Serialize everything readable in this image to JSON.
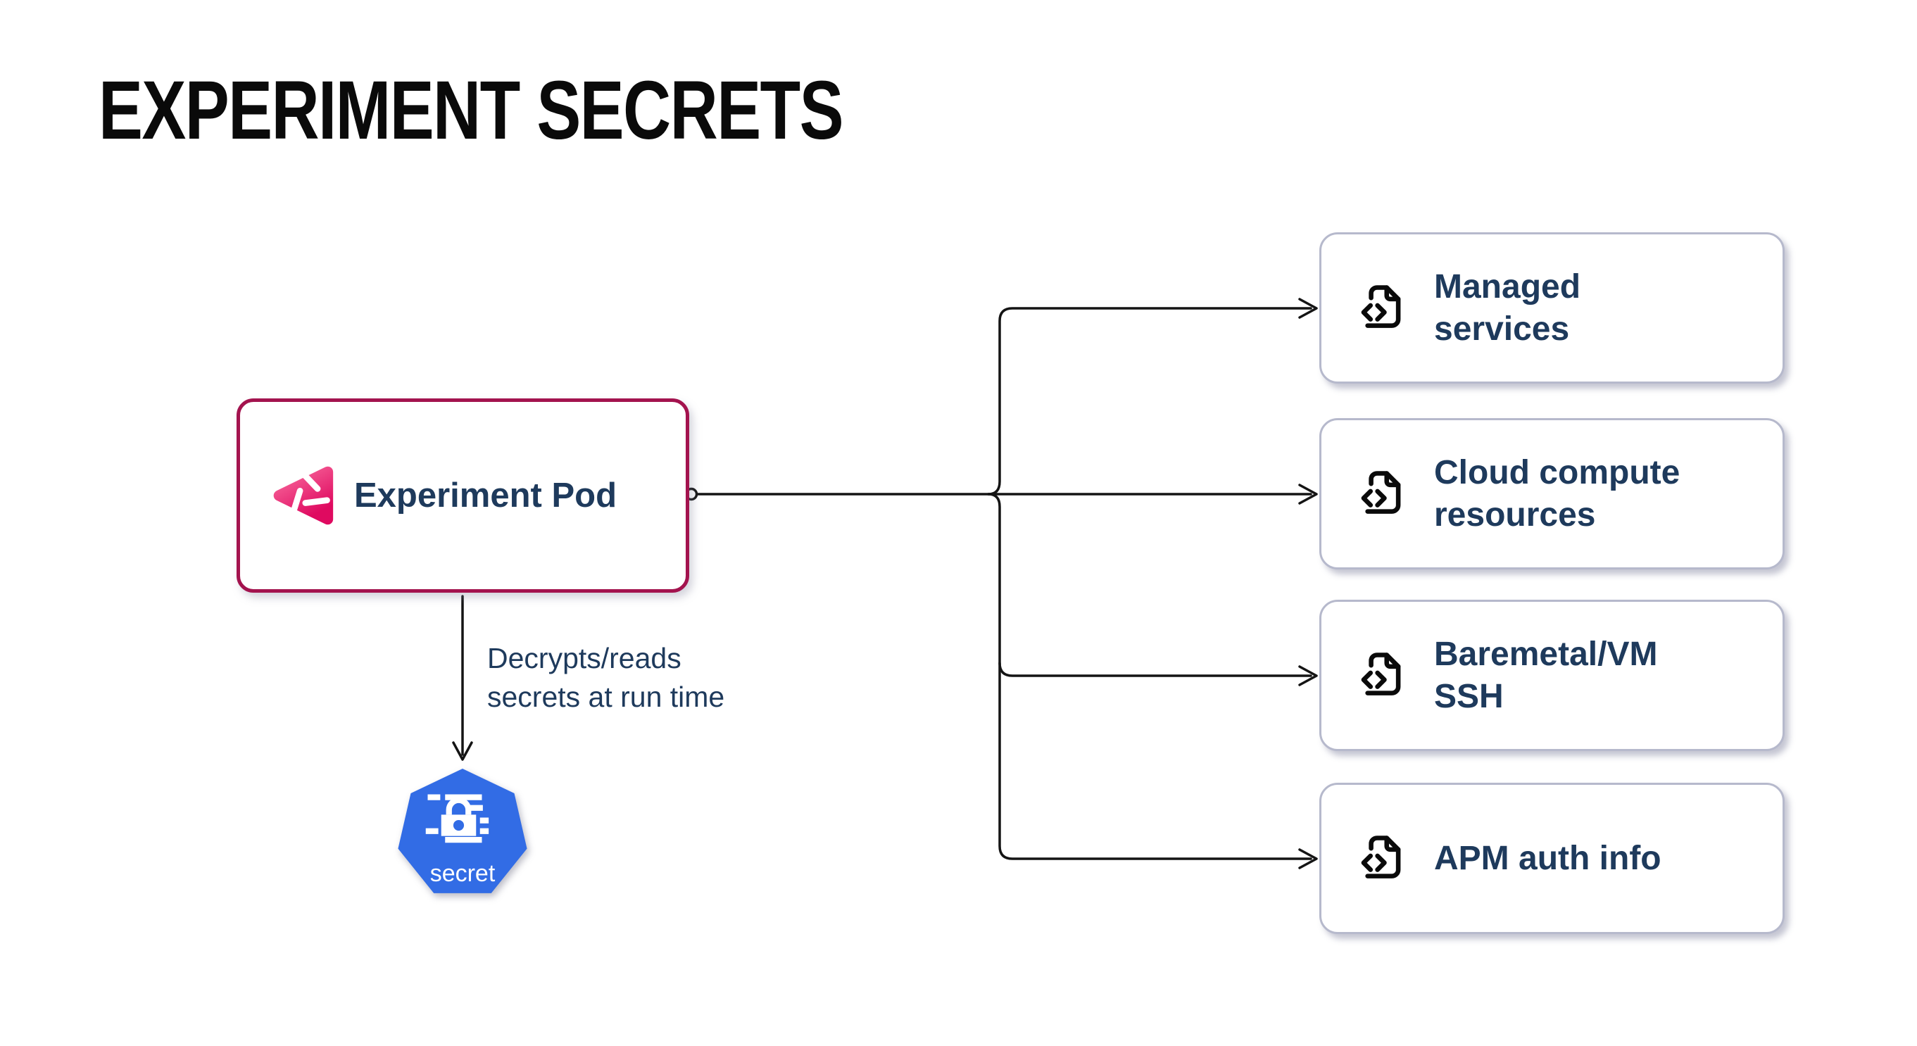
{
  "title": "EXPERIMENT SECRETS",
  "pod": {
    "label": "Experiment Pod"
  },
  "pod_annotation": {
    "line1": "Decrypts/reads",
    "line2": "secrets at run time"
  },
  "secret_node": {
    "label": "secret"
  },
  "targets": [
    {
      "line1": "Managed",
      "line2": "services"
    },
    {
      "line1": "Cloud compute",
      "line2": "resources"
    },
    {
      "line1": "Baremetal/VM",
      "line2": "SSH"
    },
    {
      "line1": "APM auth info",
      "line2": ""
    }
  ],
  "icons": {
    "pod_logo": "litmus-chaos-pink-triangle-logo",
    "target_icon": "file-code-icon",
    "secret_icon": "kubernetes-secret-lock-icon"
  },
  "colors": {
    "pod_border": "#A3134E",
    "text_navy": "#1E3A5C",
    "target_border": "#B6B9CC",
    "kubernetes_blue": "#326CE5",
    "logo_pink_light": "#F96B9E",
    "logo_pink_dark": "#DF0A60",
    "line": "#141414",
    "title_black": "#0A0A0A"
  }
}
